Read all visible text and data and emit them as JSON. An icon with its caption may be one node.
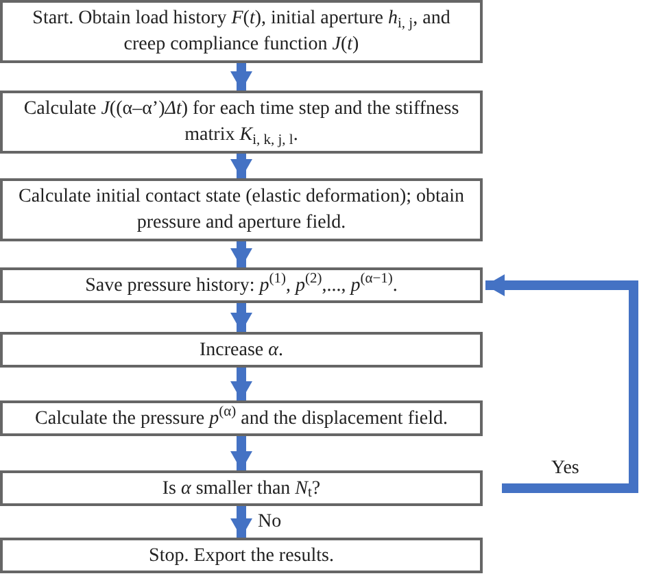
{
  "diagram": {
    "nodes": [
      {
        "text": [
          "Start. Obtain load history *F*(*t*), initial aperture *h*$_{i, j}$, and creep compliance function *J*(*t*)"
        ]
      },
      {
        "text": [
          "Calculate *J*((α–α’)*Δt*) for each time step and the stiffness matrix *K*$_{i, k, j, l}$."
        ]
      },
      {
        "text": [
          "Calculate initial contact state (elastic deformation); obtain pressure and aperture field."
        ]
      },
      {
        "text": [
          "Save pressure history: *p*$^{(1)}$, *p*$^{(2)}$,..., *p*$^{(α−1)}$."
        ]
      },
      {
        "text": [
          "Increase *α*."
        ]
      },
      {
        "text": [
          "Calculate the pressure *p*$^{(α)}$ and the displacement field."
        ]
      },
      {
        "text": [
          "Is *α* smaller than *N*$_{t}$?"
        ]
      },
      {
        "text": [
          "Stop. Export the results."
        ]
      }
    ],
    "edges": [
      {
        "from": 0,
        "to": 1,
        "arrow": "to"
      },
      {
        "from": 1,
        "to": 2,
        "arrow": "to"
      },
      {
        "from": 2,
        "to": 3,
        "arrow": "to"
      },
      {
        "from": 3,
        "to": 4,
        "arrow": "to"
      },
      {
        "from": 4,
        "to": 5,
        "arrow": "to"
      },
      {
        "from": 5,
        "to": 6,
        "arrow": "to"
      },
      {
        "from": 6,
        "to": 7,
        "arrow": "to",
        "label": "No"
      },
      {
        "from": 6,
        "to": 3,
        "arrow": "to",
        "label": "Yes"
      }
    ]
  }
}
